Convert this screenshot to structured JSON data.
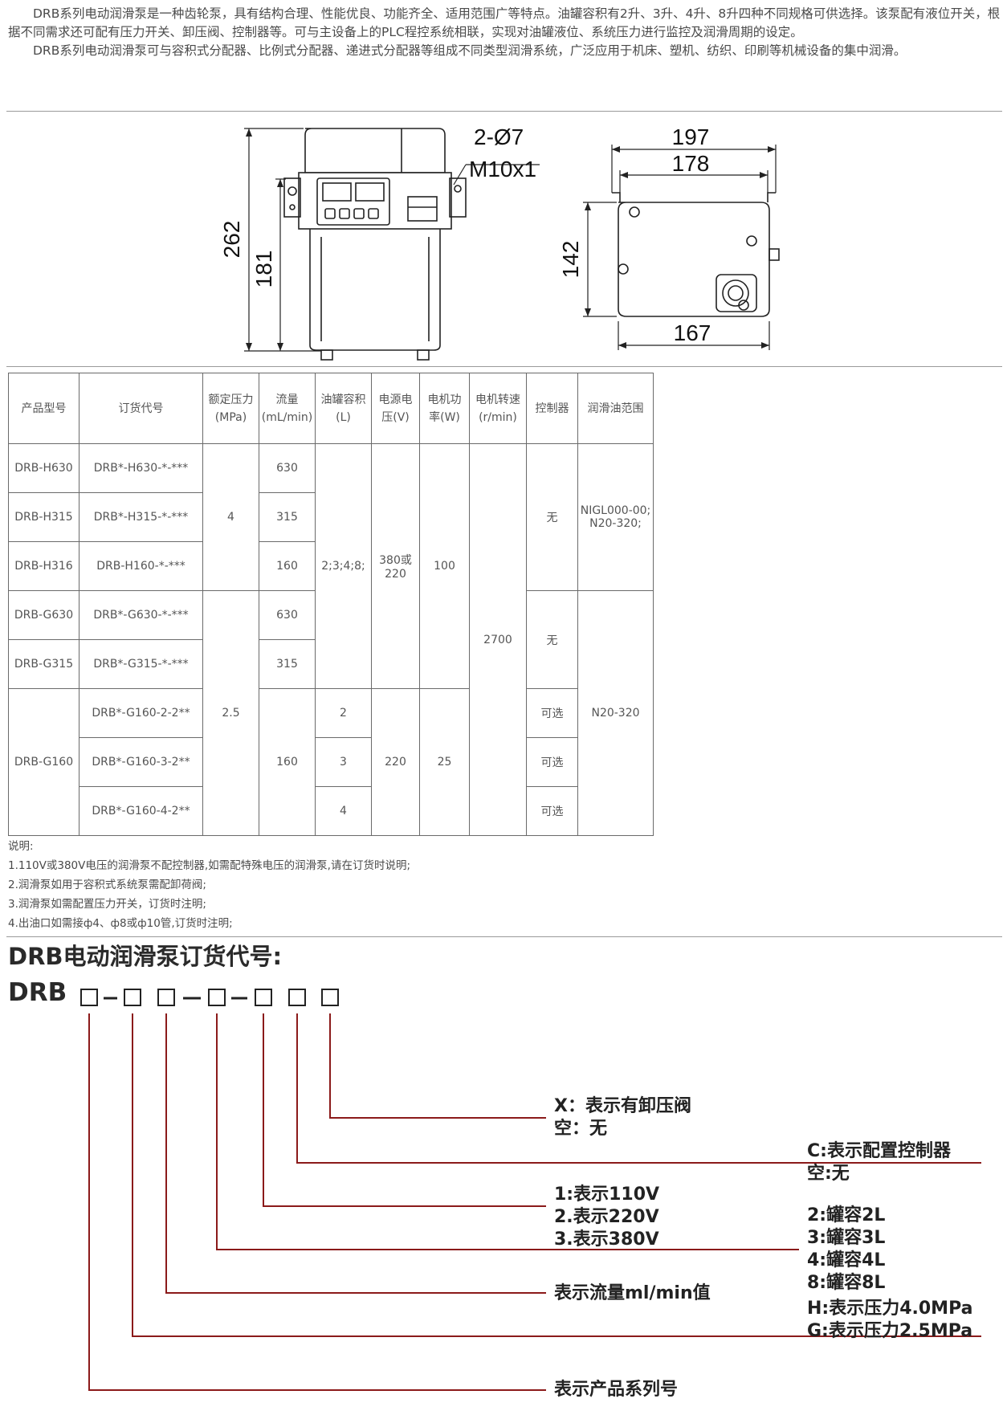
{
  "intro": {
    "p1": "DRB系列电动润滑泵是一种齿轮泵，具有结构合理、性能优良、功能齐全、适用范围广等特点。油罐容积有2升、3升、4升、8升四种不同规格可供选择。该泵配有液位开关，根据不同需求还可配有压力开关、卸压阀、控制器等。可与主设备上的PLC程控系统相联，实现对油罐液位、系统压力进行监控及润滑周期的设定。",
    "p2": "DRB系列电动润滑泵可与容积式分配器、比例式分配器、递进式分配器等组成不同类型润滑系统，广泛应用于机床、塑机、纺织、印刷等机械设备的集中润滑。"
  },
  "drawing": {
    "dim_262": "262",
    "dim_181": "181",
    "dim_holes": "2-Ø7",
    "dim_thread": "M10x1",
    "dim_197": "197",
    "dim_178": "178",
    "dim_142": "142",
    "dim_167": "167"
  },
  "table": {
    "headers": {
      "model": "产品型号",
      "order_code": "订货代号",
      "pressure": [
        "额定压力",
        "(MPa)"
      ],
      "flow": [
        "流量",
        "(mL/min)"
      ],
      "tank": [
        "油罐容积",
        "(L)"
      ],
      "voltage": [
        "电源电",
        "压(V)"
      ],
      "power": [
        "电机功",
        "率(W)"
      ],
      "speed": [
        "电机转速",
        "(r/min)"
      ],
      "controller": "控制器",
      "oil_range": "润滑油范围"
    },
    "rows": [
      {
        "model": "DRB-H630",
        "code": "DRB*-H630-*-***",
        "flow": "630"
      },
      {
        "model": "DRB-H315",
        "code": "DRB*-H315-*-***",
        "flow": "315"
      },
      {
        "model": "DRB-H316",
        "code": "DRB-H160-*-***",
        "flow": "160"
      },
      {
        "model": "DRB-G630",
        "code": "DRB*-G630-*-***",
        "flow": "630"
      },
      {
        "model": "DRB-G315",
        "code": "DRB*-G315-*-***",
        "flow": "315"
      },
      {
        "code": "DRB*-G160-2-2**",
        "tank": "2",
        "controller": "可选"
      },
      {
        "code": "DRB*-G160-3-2**",
        "tank": "3",
        "controller": "可选"
      },
      {
        "code": "DRB*-G160-4-2**",
        "tank": "4",
        "controller": "可选"
      }
    ],
    "merged": {
      "pressure_h": "4",
      "pressure_g": "2.5",
      "tank_shared": "2;3;4;8;",
      "voltage_shared": [
        "380或",
        "220"
      ],
      "power_shared": "100",
      "speed_all": "2700",
      "controller_h": "无",
      "controller_g": "无",
      "oil_h": [
        "NIGL000-00;",
        "N20-320;"
      ],
      "oil_g": "N20-320",
      "model_g160": "DRB-G160",
      "flow_g160": "160",
      "voltage_g160": "220",
      "power_g160": "25"
    }
  },
  "notes": {
    "title": "说明:",
    "items": [
      "1.110V或380V电压的润滑泵不配控制器,如需配特殊电压的润滑泵,请在订货时说明;",
      "2.润滑泵如用于容积式系统泵需配卸荷阀;",
      "3.润滑泵如需配置压力开关，订货时注明;",
      "4.出油口如需接ф4、ф8或ф10管,订货时注明;"
    ]
  },
  "order_code": {
    "title": "DRB电动润滑泵订货代号:",
    "prefix": "DRB",
    "legends": {
      "x_line1": "X：表示有卸压阀",
      "x_line2": "空：无",
      "c_line1": "C:表示配置控制器",
      "c_line2": "空:无",
      "v_line1": "1:表示110V",
      "v_line2": "2.表示220V",
      "v_line3": "3.表示380V",
      "t_line1": "2:罐容2L",
      "t_line2": "3:罐容3L",
      "t_line3": "4:罐容4L",
      "t_line4": "8:罐容8L",
      "flow": "表示流量ml/min值",
      "p_line1": "H:表示压力4.0MPa",
      "p_line2": "G:表示压力2.5MPa",
      "series": "表示产品系列号"
    },
    "line_color": "#8b1a1a"
  }
}
